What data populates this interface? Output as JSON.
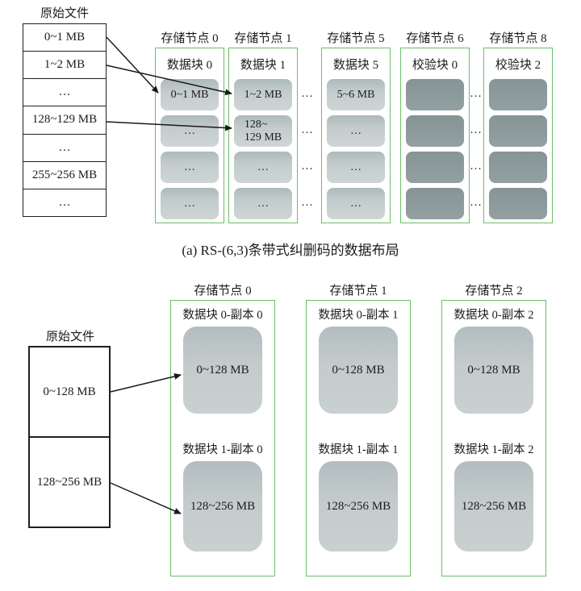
{
  "colors": {
    "node_border_green": "#6abf69",
    "data_cell_gray": "#c3cccd",
    "parity_cell_gray": "#8f9c9d",
    "arrow_black": "#1a1a1a"
  },
  "panel_a": {
    "file": {
      "title": "原始文件",
      "rows": [
        "0~1 MB",
        "1~2 MB",
        "…",
        "128~129 MB",
        "…",
        "255~256 MB",
        "…"
      ]
    },
    "nodes": [
      {
        "name": "存储节点 0",
        "block_label": "数据块 0",
        "type": "data",
        "cells": [
          "0~1 MB",
          "…",
          "…",
          "…"
        ]
      },
      {
        "name": "存储节点 1",
        "block_label": "数据块 1",
        "type": "data",
        "cells": [
          "1~2 MB",
          "128~\n129 MB",
          "…",
          "…"
        ]
      },
      {
        "name": "存储节点 5",
        "block_label": "数据块 5",
        "type": "data",
        "cells": [
          "5~6 MB",
          "…",
          "…",
          "…"
        ]
      },
      {
        "name": "存储节点 6",
        "block_label": "校验块 0",
        "type": "parity",
        "cells": [
          "",
          "",
          "",
          ""
        ]
      },
      {
        "name": "存储节点 8",
        "block_label": "校验块 2",
        "type": "parity",
        "cells": [
          "",
          "",
          "",
          ""
        ]
      }
    ],
    "column_ellipsis": "…",
    "caption": "(a) RS-(6,3)条带式纠删码的数据布局"
  },
  "panel_b": {
    "file": {
      "title": "原始文件",
      "rows": [
        "0~128 MB",
        "128~256 MB"
      ]
    },
    "nodes": [
      {
        "name": "存储节点 0",
        "replicas": [
          {
            "label": "数据块 0-副本 0",
            "content": "0~128 MB"
          },
          {
            "label": "数据块 1-副本 0",
            "content": "128~256 MB"
          }
        ]
      },
      {
        "name": "存储节点 1",
        "replicas": [
          {
            "label": "数据块 0-副本 1",
            "content": "0~128 MB"
          },
          {
            "label": "数据块 1-副本 1",
            "content": "128~256 MB"
          }
        ]
      },
      {
        "name": "存储节点 2",
        "replicas": [
          {
            "label": "数据块 0-副本 2",
            "content": "0~128 MB"
          },
          {
            "label": "数据块 1-副本 2",
            "content": "128~256 MB"
          }
        ]
      }
    ]
  }
}
